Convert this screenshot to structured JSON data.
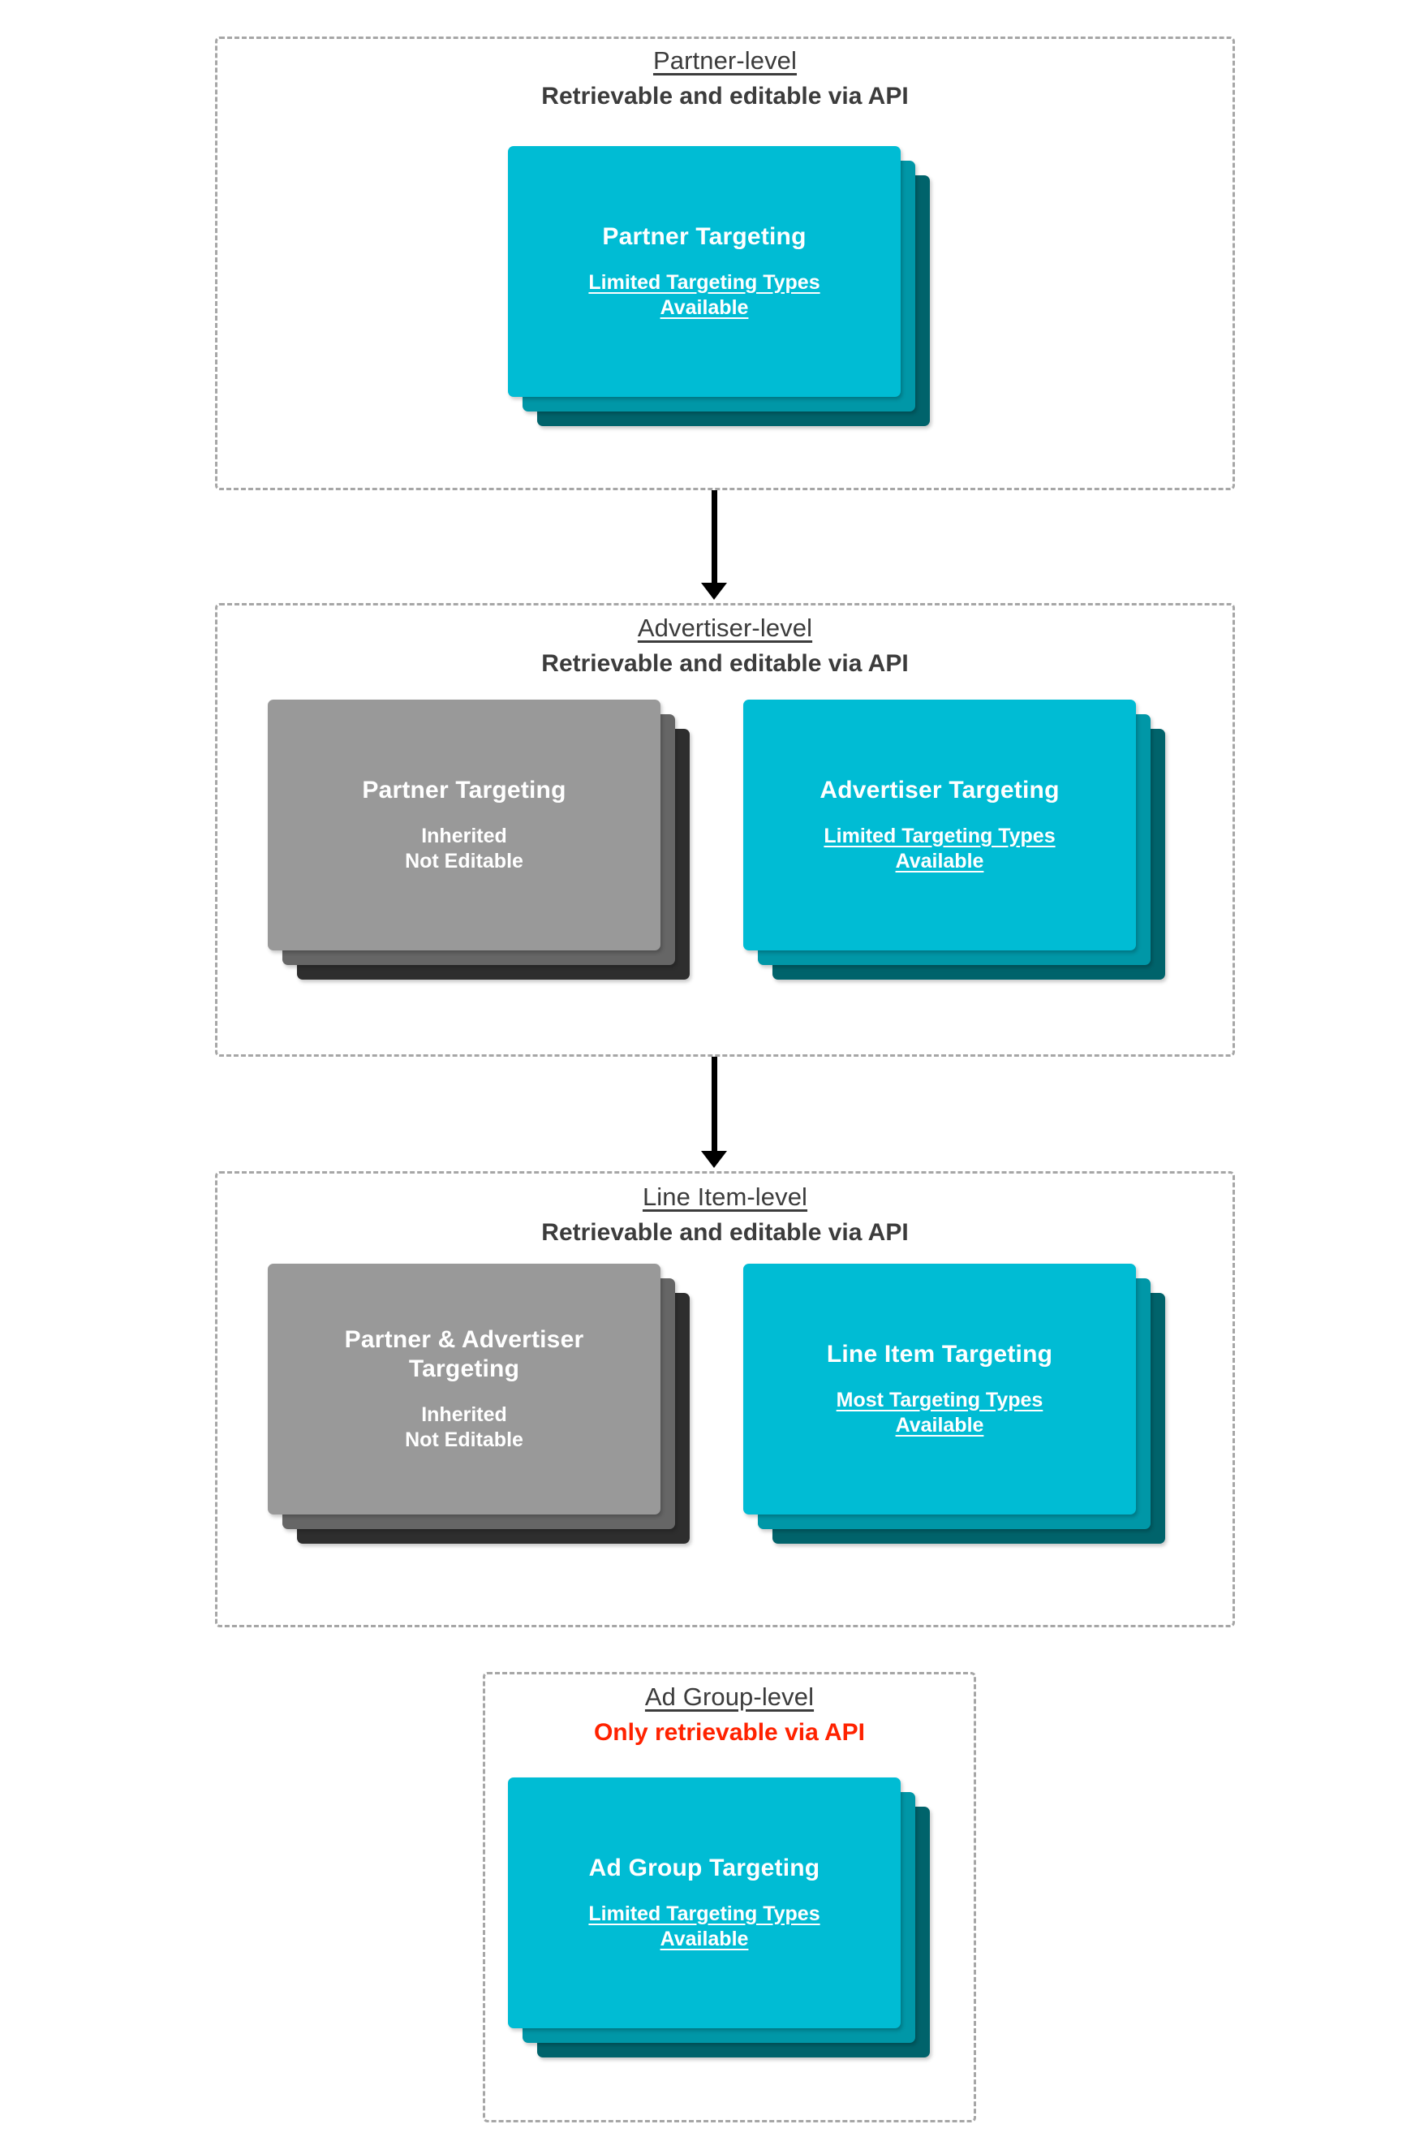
{
  "diagram": {
    "colors": {
      "cyan_front": "#00bcd4",
      "cyan_mid": "#0097a7",
      "cyan_back": "#00636b",
      "gray_front": "#999999",
      "gray_mid": "#666666",
      "gray_back": "#2e2e2e",
      "alert_red": "#ff2200",
      "heading_text": "#3c3c3c",
      "dashed_border": "#a6a6a6"
    },
    "levels": [
      {
        "id": "partner",
        "title": "Partner-level",
        "subtitle": "Retrievable and editable via API",
        "subtitle_alert": false,
        "cards": [
          {
            "id": "partner-targeting",
            "variant": "cyan",
            "title": "Partner Targeting",
            "subtitle": "Limited Targeting Types Available",
            "subtitle_underlined": true
          }
        ]
      },
      {
        "id": "advertiser",
        "title": "Advertiser-level",
        "subtitle": "Retrievable and editable via API",
        "subtitle_alert": false,
        "cards": [
          {
            "id": "inherited-partner-targeting",
            "variant": "gray",
            "title": "Partner Targeting",
            "subtitle": "Inherited Not Editable",
            "subtitle_underlined": false
          },
          {
            "id": "advertiser-targeting",
            "variant": "cyan",
            "title": "Advertiser Targeting",
            "subtitle": "Limited Targeting Types Available",
            "subtitle_underlined": true
          }
        ]
      },
      {
        "id": "lineitem",
        "title": "Line Item-level",
        "subtitle": "Retrievable and editable via API",
        "subtitle_alert": false,
        "cards": [
          {
            "id": "inherited-partner-advertiser-targeting",
            "variant": "gray",
            "title": "Partner & Advertiser Targeting",
            "subtitle": "Inherited Not Editable",
            "subtitle_underlined": false
          },
          {
            "id": "line-item-targeting",
            "variant": "cyan",
            "title": "Line Item Targeting",
            "subtitle": "Most Targeting Types Available",
            "subtitle_underlined": true
          }
        ]
      },
      {
        "id": "adgroup",
        "title": "Ad Group-level",
        "subtitle": "Only retrievable via API",
        "subtitle_alert": true,
        "cards": [
          {
            "id": "ad-group-targeting",
            "variant": "cyan",
            "title": "Ad Group Targeting",
            "subtitle": "Limited Targeting Types Available",
            "subtitle_underlined": true
          }
        ]
      }
    ],
    "card_subtitle_lines": {
      "partner_targeting": [
        "Limited Targeting Types",
        "Available"
      ],
      "inherited": [
        "Inherited",
        "Not Editable"
      ],
      "advertiser_targeting": [
        "Limited Targeting Types",
        "Available"
      ],
      "line_item_targeting": [
        "Most Targeting Types",
        "Available"
      ],
      "ad_group_targeting": [
        "Limited Targeting Types",
        "Available"
      ]
    },
    "card_title_lines": {
      "partner_advertiser": [
        "Partner & Advertiser",
        "Targeting"
      ]
    },
    "connectors": [
      {
        "id": "partner-to-advertiser",
        "from": "partner",
        "to": "advertiser"
      },
      {
        "id": "advertiser-to-lineitem",
        "from": "advertiser",
        "to": "lineitem"
      }
    ]
  }
}
